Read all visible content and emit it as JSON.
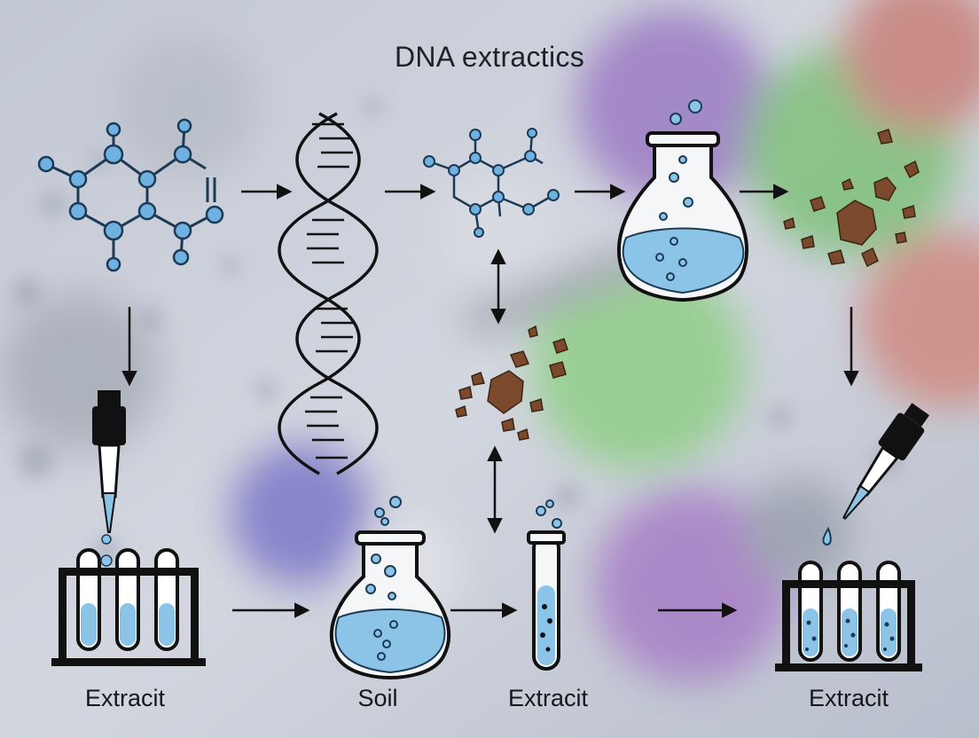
{
  "diagram": {
    "title": "DNA extractics",
    "captions": [
      "Extracit",
      "Soil",
      "Extracit",
      "Extracit"
    ],
    "colors": {
      "liquid": "#8cc4e8",
      "node": "#6fb2e2",
      "line": "#1c3a55",
      "soil": "#7b4a2c",
      "stroke": "#111111"
    }
  }
}
